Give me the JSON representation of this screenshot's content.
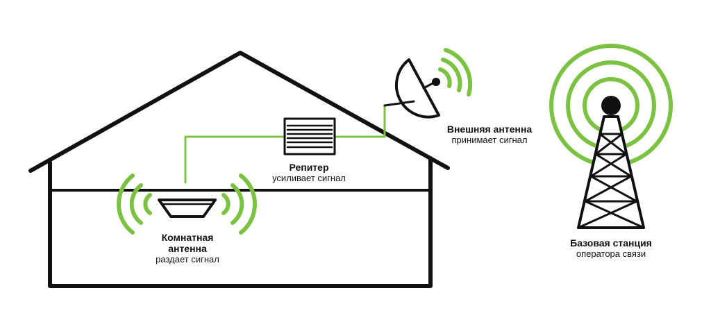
{
  "colors": {
    "structure": "#111111",
    "signal": "#7CC242",
    "background": "#ffffff"
  },
  "labels": {
    "repeater": {
      "title": "Репитер",
      "subtitle": "усиливает сигнал"
    },
    "external_antenna": {
      "title": "Внешняя антенна",
      "subtitle": "принимает сигнал"
    },
    "room_antenna": {
      "title_line1": "Комнатная",
      "title_line2": "антенна",
      "subtitle": "раздает сигнал"
    },
    "base_station": {
      "title": "Базовая станция",
      "subtitle": "оператора связи"
    }
  },
  "icons": {
    "house": "house-outline-icon",
    "repeater": "repeater-device-icon",
    "dish": "satellite-dish-icon",
    "room_antenna": "ceiling-antenna-icon",
    "tower": "cell-tower-icon",
    "waves": "signal-wave-icon"
  }
}
